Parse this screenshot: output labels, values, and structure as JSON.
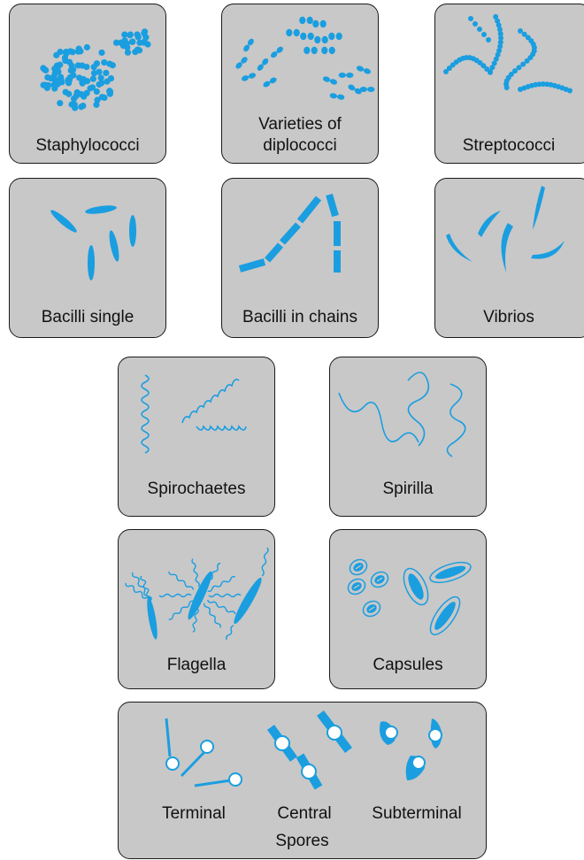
{
  "colors": {
    "organism": "#1a9ee0",
    "panel": "#c8c8c8",
    "border": "#1a1a1a"
  },
  "panels": {
    "staphylococci": "Staphylococci",
    "diplococci_line1": "Varieties of",
    "diplococci_line2": "diplococci",
    "streptococci": "Streptococci",
    "bacilli_single": "Bacilli single",
    "bacilli_chains": "Bacilli in chains",
    "vibrios": "Vibrios",
    "spirochaetes": "Spirochaetes",
    "spirilla": "Spirilla",
    "flagella": "Flagella",
    "capsules": "Capsules",
    "spores": {
      "title": "Spores",
      "terminal": "Terminal",
      "central": "Central",
      "subterminal": "Subterminal"
    }
  }
}
